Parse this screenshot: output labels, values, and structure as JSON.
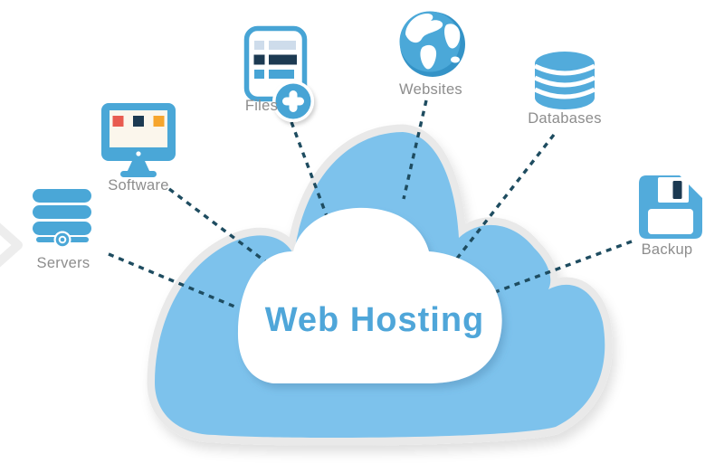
{
  "diagram": {
    "title": "Web Hosting",
    "nodes": [
      {
        "id": "servers",
        "label": "Servers"
      },
      {
        "id": "software",
        "label": "Software"
      },
      {
        "id": "files",
        "label": "Files"
      },
      {
        "id": "websites",
        "label": "Websites"
      },
      {
        "id": "databases",
        "label": "Databases"
      },
      {
        "id": "backup",
        "label": "Backup"
      }
    ],
    "connections": [
      {
        "from": "servers",
        "to": "cloud"
      },
      {
        "from": "software",
        "to": "cloud"
      },
      {
        "from": "files",
        "to": "cloud"
      },
      {
        "from": "websites",
        "to": "cloud"
      },
      {
        "from": "databases",
        "to": "cloud"
      },
      {
        "from": "backup",
        "to": "cloud"
      }
    ],
    "colors": {
      "cloud_fill": "#7DC2EC",
      "cloud_outline": "#E9E9E9",
      "inner_cloud": "#FFFFFF",
      "icon_blue": "#4AA7D7",
      "icon_blue_light": "#52ABDB",
      "dash_teal": "#1E4C60",
      "navy": "#1C3A52",
      "red": "#E85B50",
      "orange": "#F6A52D",
      "pale_blue": "#CEDCEB",
      "label_gray": "#8D8D8D",
      "title_blue": "#4FA6D9",
      "screen_cream": "#FBF6EC"
    }
  }
}
